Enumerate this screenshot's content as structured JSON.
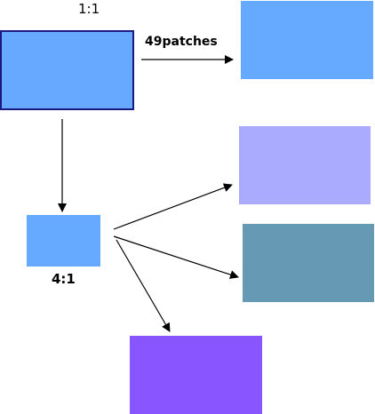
{
  "labels": {
    "top_ratio": "1:1",
    "arrow_label": "49patches",
    "bottom_ratio": "4:1"
  },
  "colors": {
    "source_box": "#66a9ff",
    "source_border": "#1a1a80",
    "patch_top_right": "#66aaff",
    "small_box": "#66aaff",
    "lavender_box": "#aaaaff",
    "teal_box": "#6699b3",
    "purple_box": "#8855ff",
    "arrow": "#000000"
  }
}
